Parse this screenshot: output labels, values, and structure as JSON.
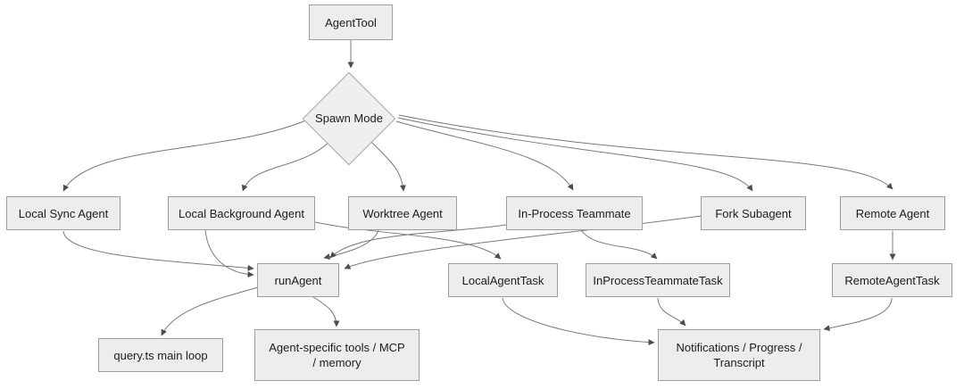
{
  "diagram": {
    "type": "flowchart",
    "nodes": {
      "agent_tool": {
        "label": "AgentTool"
      },
      "spawn_mode": {
        "label": "Spawn Mode",
        "shape": "diamond"
      },
      "local_sync": {
        "label": "Local Sync Agent"
      },
      "local_background": {
        "label": "Local Background Agent"
      },
      "worktree": {
        "label": "Worktree Agent"
      },
      "in_process_teammate": {
        "label": "In-Process Teammate"
      },
      "fork_subagent": {
        "label": "Fork Subagent"
      },
      "remote_agent": {
        "label": "Remote Agent"
      },
      "run_agent": {
        "label": "runAgent"
      },
      "local_agent_task": {
        "label": "LocalAgentTask"
      },
      "in_process_teammate_task": {
        "label": "InProcessTeammateTask"
      },
      "remote_agent_task": {
        "label": "RemoteAgentTask"
      },
      "query_ts": {
        "label": "query.ts main loop"
      },
      "agent_specific": {
        "label": "Agent-specific tools / MCP / memory",
        "lines": [
          "Agent-specific tools / MCP",
          "/ memory"
        ]
      },
      "notifications": {
        "label": "Notifications / Progress / Transcript",
        "lines": [
          "Notifications / Progress /",
          "Transcript"
        ]
      }
    },
    "edges": [
      {
        "from": "AgentTool",
        "to": "Spawn Mode"
      },
      {
        "from": "Spawn Mode",
        "to": "Local Sync Agent"
      },
      {
        "from": "Spawn Mode",
        "to": "Local Background Agent"
      },
      {
        "from": "Spawn Mode",
        "to": "Worktree Agent"
      },
      {
        "from": "Spawn Mode",
        "to": "In-Process Teammate"
      },
      {
        "from": "Spawn Mode",
        "to": "Fork Subagent"
      },
      {
        "from": "Spawn Mode",
        "to": "Remote Agent"
      },
      {
        "from": "Local Sync Agent",
        "to": "runAgent"
      },
      {
        "from": "Local Background Agent",
        "to": "runAgent"
      },
      {
        "from": "Worktree Agent",
        "to": "runAgent"
      },
      {
        "from": "In-Process Teammate",
        "to": "runAgent"
      },
      {
        "from": "Fork Subagent",
        "to": "runAgent"
      },
      {
        "from": "Local Background Agent",
        "to": "LocalAgentTask"
      },
      {
        "from": "In-Process Teammate",
        "to": "InProcessTeammateTask"
      },
      {
        "from": "Remote Agent",
        "to": "RemoteAgentTask"
      },
      {
        "from": "runAgent",
        "to": "query.ts main loop"
      },
      {
        "from": "runAgent",
        "to": "Agent-specific tools / MCP / memory"
      },
      {
        "from": "LocalAgentTask",
        "to": "Notifications / Progress / Transcript"
      },
      {
        "from": "InProcessTeammateTask",
        "to": "Notifications / Progress / Transcript"
      },
      {
        "from": "RemoteAgentTask",
        "to": "Notifications / Progress / Transcript"
      }
    ],
    "colors": {
      "node_fill": "#ededed",
      "node_border": "#9e9e9e",
      "edge_line": "#787878",
      "arrowhead": "#4d4d4d",
      "text": "#1c1c1c",
      "background": "#ffffff"
    }
  }
}
